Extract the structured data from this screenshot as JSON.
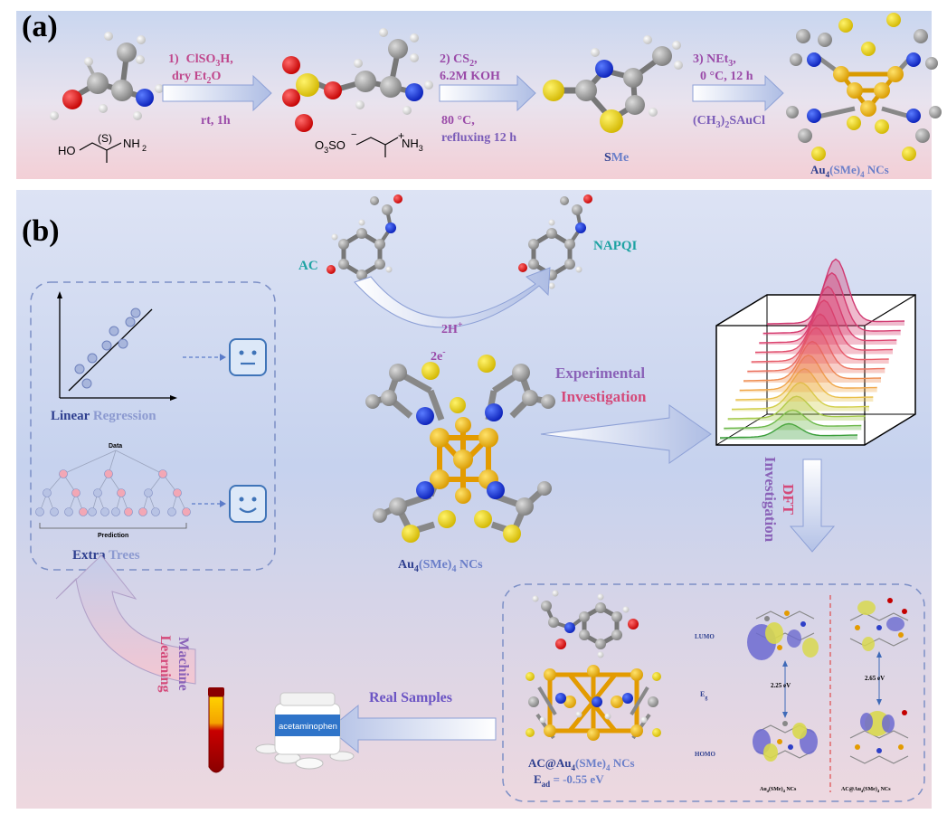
{
  "panel_a": {
    "label": "(a)",
    "step1": {
      "num": "1)",
      "reagent_pre": "ClSO",
      "reagent_sub": "3",
      "reagent_post": "H,",
      "solvent_pre": "dry Et",
      "solvent_sub": "2",
      "solvent_post": "O",
      "condition": "rt, 1h"
    },
    "step2": {
      "reagent_pre": "2) CS",
      "reagent_sub": "2",
      "reagent_post": ",",
      "base": "6.2M KOH",
      "temp": "80 °C,",
      "time": "refluxing 12 h"
    },
    "step3": {
      "reagent_pre": "3) NEt",
      "reagent_sub": "3",
      "reagent_post": ",",
      "temp": "0 °C, 12 h",
      "gold_pre": "(CH",
      "gold_sub": "3",
      "gold_post": ")",
      "gold_sub2": "2",
      "gold_tail": "SAuCl"
    },
    "start_formula": {
      "ho": "HO",
      "s": "(S)",
      "nh2_pre": "NH",
      "nh2_sub": "2"
    },
    "inter_formula": {
      "o3s": "O",
      "o3s_sub": "3",
      "s": "SO",
      "neg": "−",
      "nh3_pre": "NH",
      "nh3_sub": "3",
      "pos": "+"
    },
    "sme": {
      "bold": "S",
      "rest": "Me"
    },
    "product": {
      "pre": "Au",
      "sub1": "4",
      "mid": "(SMe)",
      "sub2": "4",
      "post": " NCs"
    }
  },
  "panel_b": {
    "label": "(b)",
    "ac": "AC",
    "napqi": "NAPQI",
    "protons": "2H",
    "protons_sup": "+",
    "electrons": "2e",
    "electrons_sup": "-",
    "exp1": "Experimental",
    "exp2": "Investigation",
    "dft1": "DFT",
    "dft2": "Investigation",
    "cluster_label": {
      "pre": "Au",
      "sub1": "4",
      "mid": "(SMe)",
      "sub2": "4",
      "post": " NCs"
    },
    "ml1": "Machine",
    "ml2": "Learning",
    "real_samples": "Real Samples",
    "bottle_label": "acetaminophen",
    "lr": {
      "bold": "Linear",
      "rest": " Regression"
    },
    "et": {
      "bold": "Extra",
      "rest": " Trees"
    },
    "tree_data": "Data",
    "tree_prediction": "Prediction",
    "complex": {
      "pre": "AC@Au",
      "sub1": "4",
      "mid": "(SMe)",
      "sub2": "4",
      "post": " NCs"
    },
    "ead": {
      "pre": "E",
      "sub": "ad",
      "post": "  = -0.55 eV"
    },
    "lumo": "LUMO",
    "homo": "HOMO",
    "eg": "E",
    "eg_sub": "g",
    "gap1": "2.25 eV",
    "gap2": "2.65 eV",
    "orb1": {
      "pre": "Au",
      "sub1": "4",
      "mid": "(SMe)",
      "sub2": "4",
      "post": " NCs"
    },
    "orb2": {
      "pre": "AC@Au",
      "sub1": "4",
      "mid": "(SMe)",
      "sub2": "4",
      "post": " NCs"
    }
  }
}
